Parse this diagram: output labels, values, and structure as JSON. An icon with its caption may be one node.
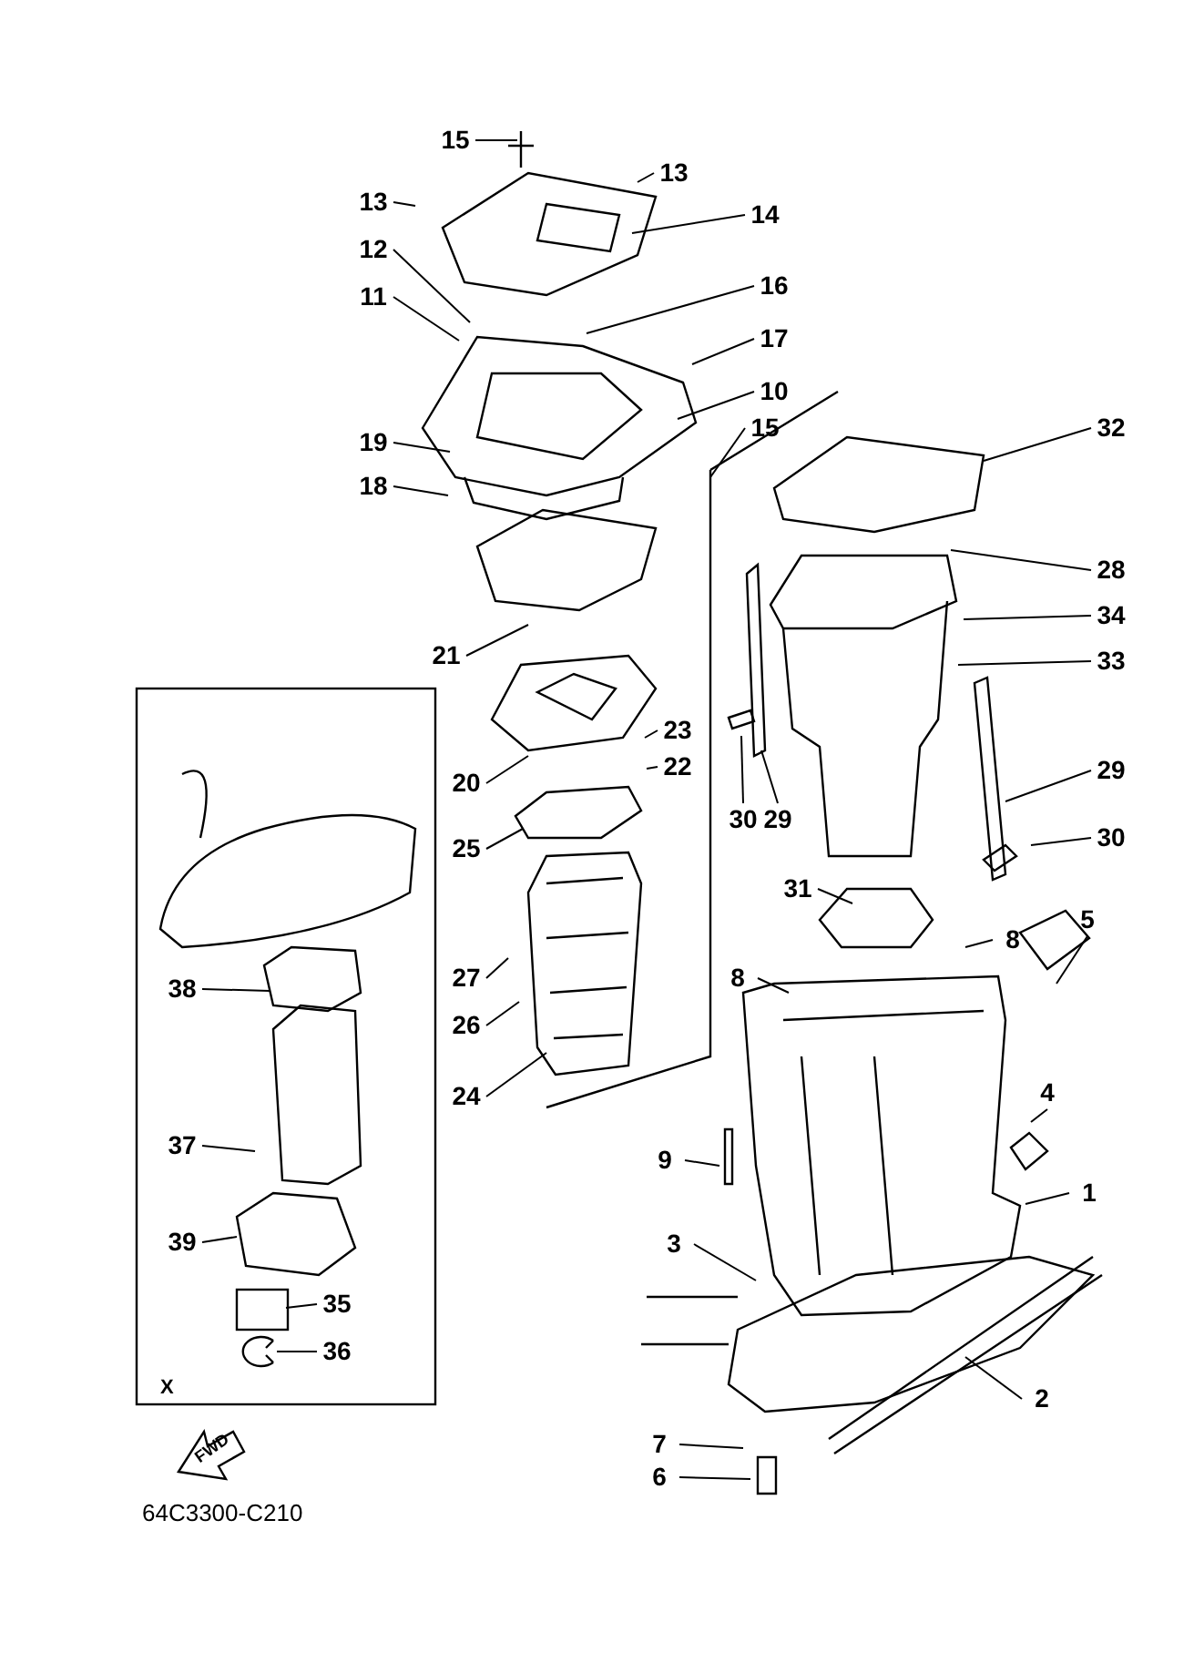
{
  "diagram": {
    "nodes": [
      {
        "text": [
          "15"
        ]
      },
      {
        "text": [
          "13"
        ]
      },
      {
        "text": [
          "13"
        ]
      },
      {
        "text": [
          "12"
        ]
      },
      {
        "text": [
          "14"
        ]
      },
      {
        "text": [
          "11"
        ]
      },
      {
        "text": [
          "16"
        ]
      },
      {
        "text": [
          "17"
        ]
      },
      {
        "text": [
          "10"
        ]
      },
      {
        "text": [
          "19"
        ]
      },
      {
        "text": [
          "15"
        ]
      },
      {
        "text": [
          "32"
        ]
      },
      {
        "text": [
          "18"
        ]
      },
      {
        "text": [
          "28"
        ]
      },
      {
        "text": [
          "34"
        ]
      },
      {
        "text": [
          "21"
        ]
      },
      {
        "text": [
          "33"
        ]
      },
      {
        "text": [
          "23"
        ]
      },
      {
        "text": [
          "20"
        ]
      },
      {
        "text": [
          "22"
        ]
      },
      {
        "text": [
          "30"
        ]
      },
      {
        "text": [
          "29"
        ]
      },
      {
        "text": [
          "29"
        ]
      },
      {
        "text": [
          "30"
        ]
      },
      {
        "text": [
          "25"
        ]
      },
      {
        "text": [
          "31"
        ]
      },
      {
        "text": [
          "5"
        ]
      },
      {
        "text": [
          "8"
        ]
      },
      {
        "text": [
          "38"
        ]
      },
      {
        "text": [
          "8"
        ]
      },
      {
        "text": [
          "27"
        ]
      },
      {
        "text": [
          "26"
        ]
      },
      {
        "text": [
          "4"
        ]
      },
      {
        "text": [
          "24"
        ]
      },
      {
        "text": [
          "37"
        ]
      },
      {
        "text": [
          "9"
        ]
      },
      {
        "text": [
          "1"
        ]
      },
      {
        "text": [
          "3"
        ]
      },
      {
        "text": [
          "39"
        ]
      },
      {
        "text": [
          "35"
        ]
      },
      {
        "text": [
          "36"
        ]
      },
      {
        "text": [
          "2"
        ]
      },
      {
        "text": [
          "7"
        ]
      },
      {
        "text": [
          "6"
        ]
      }
    ],
    "edges": [
      {
        "from": 0,
        "to": null,
        "arrow": "none"
      },
      {
        "from": 1,
        "to": null,
        "arrow": "none"
      },
      {
        "from": 2,
        "to": null,
        "arrow": "none"
      },
      {
        "from": 3,
        "to": null,
        "arrow": "none"
      },
      {
        "from": 4,
        "to": null,
        "arrow": "none"
      },
      {
        "from": 5,
        "to": null,
        "arrow": "none"
      },
      {
        "from": 6,
        "to": null,
        "arrow": "none"
      },
      {
        "from": 7,
        "to": null,
        "arrow": "none"
      },
      {
        "from": 8,
        "to": null,
        "arrow": "none"
      },
      {
        "from": 9,
        "to": null,
        "arrow": "none"
      },
      {
        "from": 10,
        "to": null,
        "arrow": "none"
      },
      {
        "from": 11,
        "to": null,
        "arrow": "none"
      },
      {
        "from": 12,
        "to": null,
        "arrow": "none"
      },
      {
        "from": 13,
        "to": null,
        "arrow": "none"
      },
      {
        "from": 14,
        "to": null,
        "arrow": "none"
      },
      {
        "from": 15,
        "to": null,
        "arrow": "none"
      },
      {
        "from": 16,
        "to": null,
        "arrow": "none"
      },
      {
        "from": 17,
        "to": null,
        "arrow": "none"
      },
      {
        "from": 18,
        "to": null,
        "arrow": "none"
      },
      {
        "from": 19,
        "to": null,
        "arrow": "none"
      },
      {
        "from": 20,
        "to": null,
        "arrow": "none"
      },
      {
        "from": 21,
        "to": null,
        "arrow": "none"
      },
      {
        "from": 22,
        "to": null,
        "arrow": "none"
      },
      {
        "from": 23,
        "to": null,
        "arrow": "none"
      },
      {
        "from": 24,
        "to": null,
        "arrow": "none"
      },
      {
        "from": 25,
        "to": null,
        "arrow": "none"
      },
      {
        "from": 26,
        "to": null,
        "arrow": "none"
      },
      {
        "from": 27,
        "to": null,
        "arrow": "none"
      },
      {
        "from": 28,
        "to": null,
        "arrow": "none"
      },
      {
        "from": 29,
        "to": null,
        "arrow": "none"
      },
      {
        "from": 30,
        "to": null,
        "arrow": "none"
      },
      {
        "from": 31,
        "to": null,
        "arrow": "none"
      },
      {
        "from": 32,
        "to": null,
        "arrow": "none"
      },
      {
        "from": 33,
        "to": null,
        "arrow": "none"
      },
      {
        "from": 34,
        "to": null,
        "arrow": "none"
      },
      {
        "from": 35,
        "to": null,
        "arrow": "none"
      },
      {
        "from": 36,
        "to": null,
        "arrow": "none"
      },
      {
        "from": 37,
        "to": null,
        "arrow": "none"
      },
      {
        "from": 38,
        "to": null,
        "arrow": "none"
      },
      {
        "from": 39,
        "to": null,
        "arrow": "none"
      },
      {
        "from": 40,
        "to": null,
        "arrow": "none"
      },
      {
        "from": 41,
        "to": null,
        "arrow": "none"
      },
      {
        "from": 42,
        "to": null,
        "arrow": "none"
      },
      {
        "from": 43,
        "to": null,
        "arrow": "none"
      }
    ],
    "labels": [
      "X",
      "FWD",
      "64C3300-C210"
    ]
  }
}
